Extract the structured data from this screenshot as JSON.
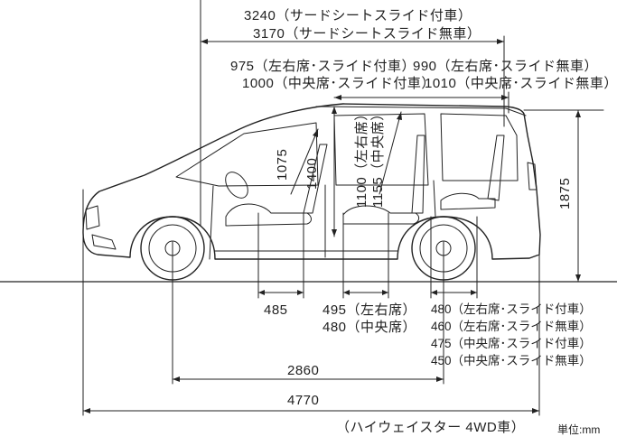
{
  "dims": {
    "overall_length_top_1": "3240（サードシートスライド付車）",
    "overall_length_top_2": "3170（サードシートスライド無車）",
    "second_row_1": "975（左右席･スライド付車）",
    "second_row_2": "990（左右席･スライド無車）",
    "second_row_3": "1000（中央席･スライド付車）",
    "second_row_4": "1010（中央席･スライド無車）",
    "front_headroom": "1075",
    "interior_height": "1400",
    "second_headroom_1": "1100（左右席）",
    "second_headroom_2": "1155（中央席）",
    "overall_height": "1875",
    "front_seat": "485",
    "second_seat_1": "495（左右席）",
    "second_seat_2": "480（中央席）",
    "third_seat_1": "480（左右席･スライド付車）",
    "third_seat_2": "460（左右席･スライド無車）",
    "third_seat_3": "475（中央席･スライド付車）",
    "third_seat_4": "450（中央席･スライド無車）",
    "wheelbase": "2860",
    "overall_length": "4770"
  },
  "footer": {
    "model": "（ハイウェイスター 4WD車）",
    "unit": "単位:mm"
  }
}
